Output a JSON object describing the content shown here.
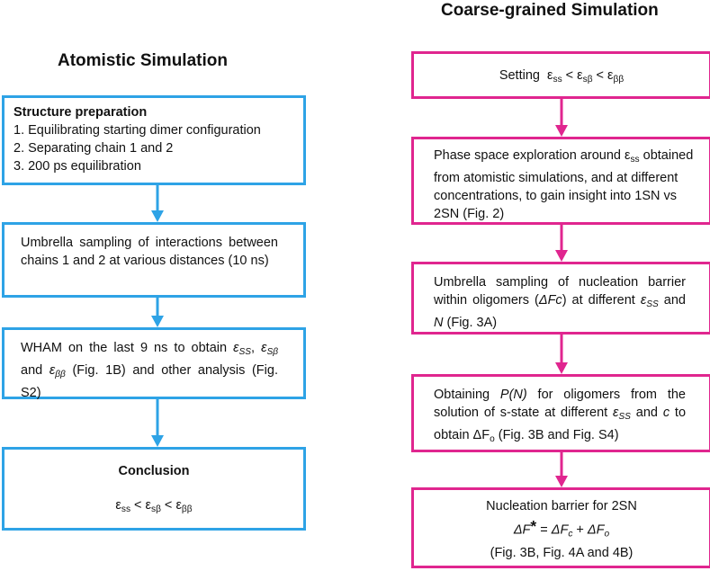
{
  "colors": {
    "atomistic": "#2ea3e6",
    "coarse": "#e0268f",
    "text": "#111111"
  },
  "atomistic": {
    "title": "Atomistic Simulation",
    "box1": {
      "heading": "Structure preparation",
      "items": [
        "1. Equilibrating starting dimer configuration",
        "2. Separating chain 1 and 2",
        "3. 200 ps equilibration"
      ]
    },
    "box2": {
      "text": "Umbrella sampling of interactions between chains 1 and 2 at various distances (10 ns)"
    },
    "box3": {
      "t1": "WHAM on the last 9 ns to obtain ",
      "t2": ",",
      "t3": " and ",
      "t4": " (Fig. 1B) and other analysis (Fig. S2)"
    },
    "box4": {
      "heading": "Conclusion"
    }
  },
  "coarse": {
    "title": "Coarse-grained Simulation",
    "box1": {
      "prefix": "Setting"
    },
    "box2": {
      "t1": "Phase space exploration around ",
      "t2": " obtained from atomistic simulations, and at different concentrations, to gain insight into 1SN vs 2SN (Fig. 2)"
    },
    "box3": {
      "t1": "Umbrella sampling of nucleation barrier within oligomers (",
      "t2": ") at different ",
      "t3": " and ",
      "t4": " (Fig. 3A)",
      "delta_fc": "ΔFc",
      "n": "N"
    },
    "box4": {
      "t1": "Obtaining ",
      "pn": "P(N)",
      "t2": " for oligomers from the solution of s-state at different ",
      "t3": " and ",
      "c": "c",
      "t4": " to obtain ΔF",
      "t5": " (Fig. 3B and Fig. S4)"
    },
    "box5": {
      "heading": "Nucleation barrier for 2SN",
      "formula": {
        "delta_f": "ΔF",
        "star": "*",
        "eq": " = ",
        "fc": "ΔF",
        "plus": " + ",
        "fo": "ΔF"
      },
      "footer": "(Fig. 3B, Fig. 4A and 4B)"
    }
  },
  "symbols": {
    "eps": "ε",
    "ss": "SS",
    "sb": "Sβ",
    "bb": "ββ",
    "eps_up": "ε",
    "ss_l": "ss",
    "sb_l": "sβ",
    "bb_l": "ββ",
    "lt": " < ",
    "c_sub": "c",
    "o_sub": "o"
  }
}
